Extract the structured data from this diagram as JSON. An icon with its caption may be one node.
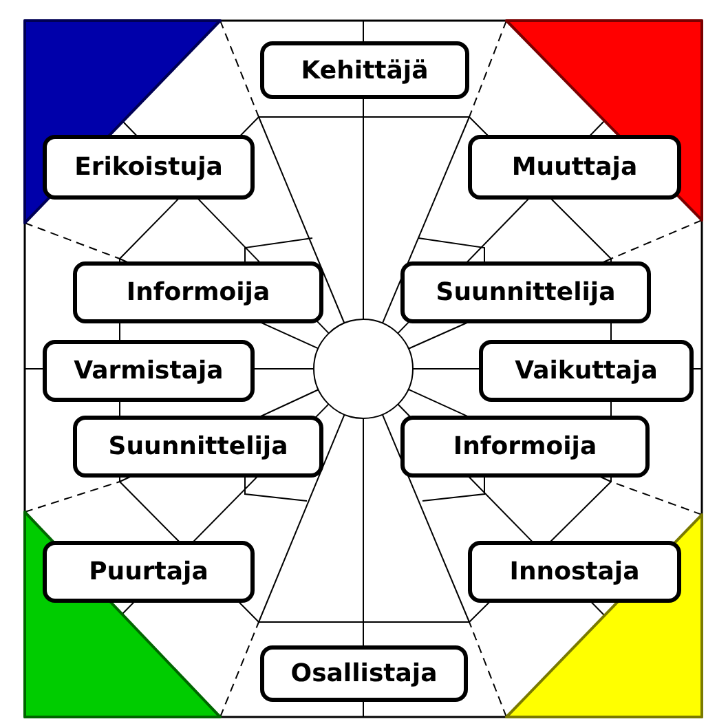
{
  "diagram": {
    "nodes": [
      {
        "text": [
          "Kehittäjä"
        ]
      },
      {
        "text": [
          "Erikoistuja"
        ]
      },
      {
        "text": [
          "Muuttaja"
        ]
      },
      {
        "text": [
          "Informoija"
        ]
      },
      {
        "text": [
          "Suunnittelija"
        ]
      },
      {
        "text": [
          "Varmistaja"
        ]
      },
      {
        "text": [
          "Vaikuttaja"
        ]
      },
      {
        "text": [
          "Suunnittelija"
        ]
      },
      {
        "text": [
          "Informoija"
        ]
      },
      {
        "text": [
          "Puurtaja"
        ]
      },
      {
        "text": [
          "Innostaja"
        ]
      },
      {
        "text": [
          "Osallistaja"
        ]
      }
    ]
  }
}
